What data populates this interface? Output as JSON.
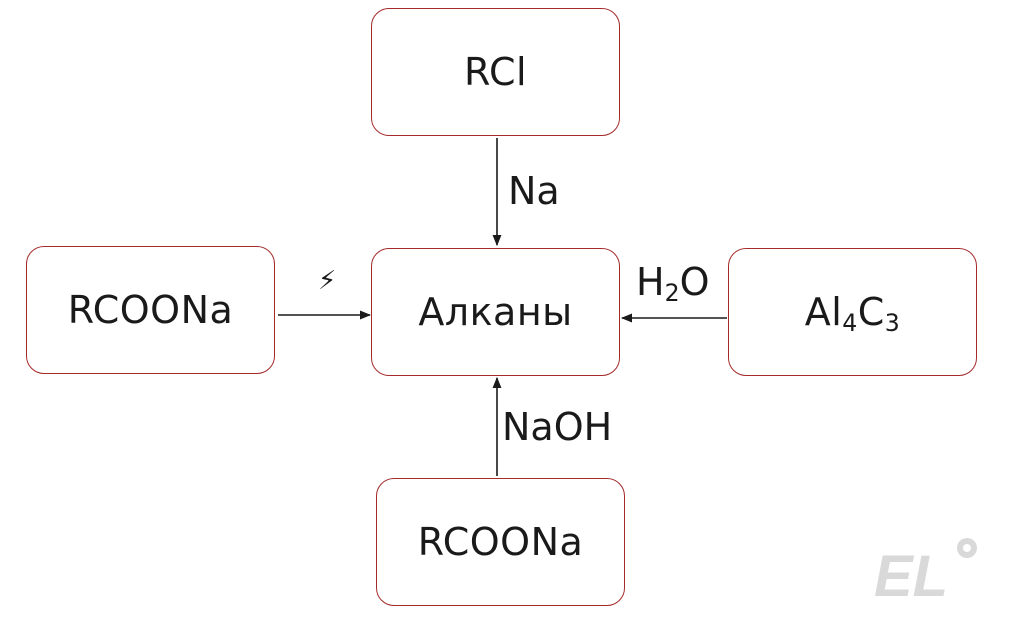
{
  "nodes": {
    "center": "Алканы",
    "top": "RCl",
    "left": "RCOONa",
    "right": {
      "parts": [
        "Al",
        "4",
        "C",
        "3"
      ]
    },
    "bottom": "RCOONa"
  },
  "edges": {
    "top_reagent": "Na",
    "left_reagent": "⚡",
    "right_reagent": {
      "parts": [
        "H",
        "2",
        "O"
      ]
    },
    "bottom_reagent": "NaOH"
  },
  "watermark": "EL",
  "colors": {
    "box_border": "#a52a2a",
    "arrow": "#1a1a1a",
    "watermark": "#d9d9d9"
  }
}
